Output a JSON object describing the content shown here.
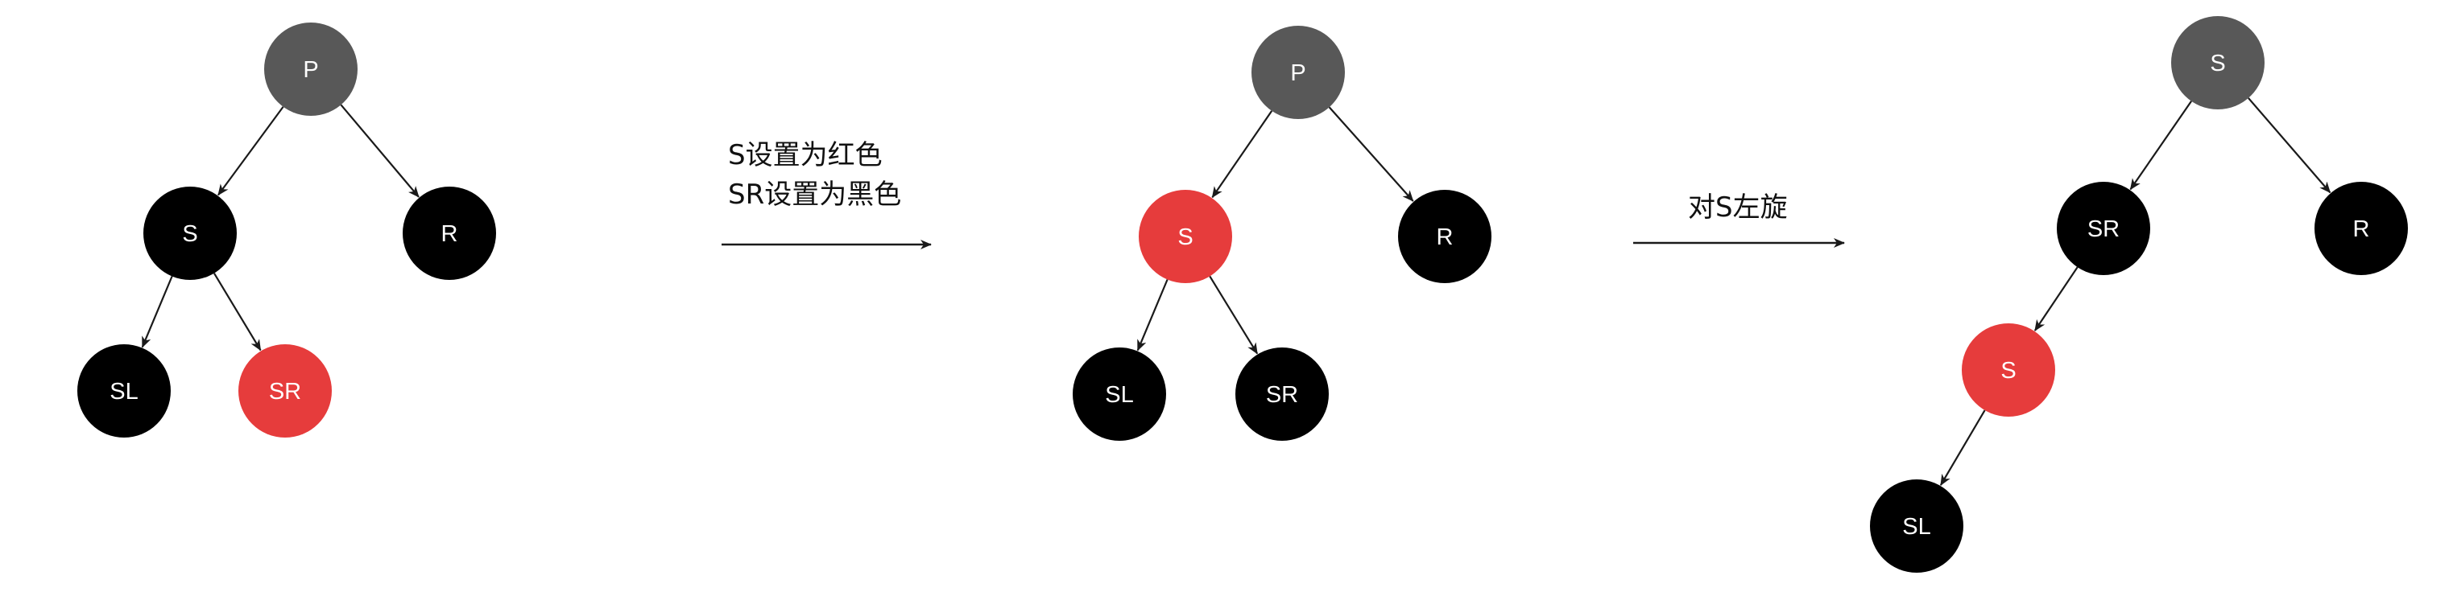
{
  "colors": {
    "gray_node": "#585858",
    "black_node": "#000000",
    "red_node": "#e63c3c",
    "label": "#ffffff",
    "line": "#1a1a1a"
  },
  "stages": [
    {
      "nodes": [
        {
          "id": "P",
          "label": "P",
          "color": "gray"
        },
        {
          "id": "S",
          "label": "S",
          "color": "black"
        },
        {
          "id": "R",
          "label": "R",
          "color": "black"
        },
        {
          "id": "SL",
          "label": "SL",
          "color": "black"
        },
        {
          "id": "SR",
          "label": "SR",
          "color": "red"
        }
      ],
      "edges": [
        [
          "P",
          "S"
        ],
        [
          "P",
          "R"
        ],
        [
          "S",
          "SL"
        ],
        [
          "S",
          "SR"
        ]
      ]
    },
    {
      "nodes": [
        {
          "id": "P",
          "label": "P",
          "color": "gray"
        },
        {
          "id": "S",
          "label": "S",
          "color": "red"
        },
        {
          "id": "R",
          "label": "R",
          "color": "black"
        },
        {
          "id": "SL",
          "label": "SL",
          "color": "black"
        },
        {
          "id": "SR",
          "label": "SR",
          "color": "black"
        }
      ],
      "edges": [
        [
          "P",
          "S"
        ],
        [
          "P",
          "R"
        ],
        [
          "S",
          "SL"
        ],
        [
          "S",
          "SR"
        ]
      ]
    },
    {
      "nodes": [
        {
          "id": "S",
          "label": "S",
          "color": "gray"
        },
        {
          "id": "SR",
          "label": "SR",
          "color": "black"
        },
        {
          "id": "R",
          "label": "R",
          "color": "black"
        },
        {
          "id": "S2",
          "label": "S",
          "color": "red"
        },
        {
          "id": "SL",
          "label": "SL",
          "color": "black"
        }
      ],
      "edges": [
        [
          "S",
          "SR"
        ],
        [
          "S",
          "R"
        ],
        [
          "SR",
          "S2"
        ],
        [
          "S2",
          "SL"
        ]
      ]
    }
  ],
  "operations": [
    {
      "lines": [
        "S设置为红色",
        "SR设置为黑色"
      ]
    },
    {
      "lines": [
        "对S左旋"
      ]
    }
  ]
}
